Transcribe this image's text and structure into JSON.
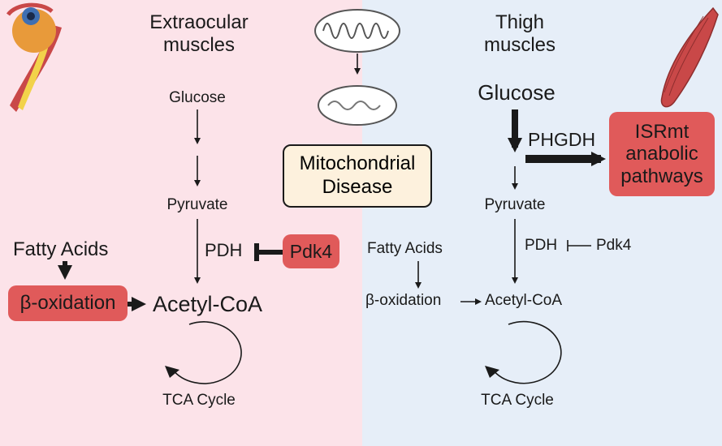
{
  "left": {
    "title_line1": "Extraocular",
    "title_line2": "muscles",
    "glucose": "Glucose",
    "pyruvate": "Pyruvate",
    "pdh": "PDH",
    "pdk4": "Pdk4",
    "fatty_acids": "Fatty Acids",
    "beta_oxidation": "β-oxidation",
    "acetyl_coa": "Acetyl-CoA",
    "tca_cycle": "TCA Cycle"
  },
  "center": {
    "disease_line1": "Mitochondrial",
    "disease_line2": "Disease"
  },
  "right": {
    "title_line1": "Thigh",
    "title_line2": "muscles",
    "glucose": "Glucose",
    "phgdh": "PHGDH",
    "isrmt_line1": "ISRmt",
    "isrmt_line2": "anabolic",
    "isrmt_line3": "pathways",
    "pyruvate": "Pyruvate",
    "pdh": "PDH",
    "pdk4": "Pdk4",
    "fatty_acids": "Fatty Acids",
    "beta_oxidation": "β-oxidation",
    "acetyl_coa": "Acetyl-CoA",
    "tca_cycle": "TCA Cycle"
  },
  "colors": {
    "left_bg": "#fce3e9",
    "right_bg": "#e6eef8",
    "highlight_red": "#e05a5a",
    "disease_box_fill": "#fdf1dd"
  },
  "icons": {
    "left": "eye-muscle-icon",
    "center_top": "healthy-mitochondrion-icon",
    "center_bottom": "damaged-mitochondrion-icon",
    "right": "thigh-muscle-icon"
  }
}
